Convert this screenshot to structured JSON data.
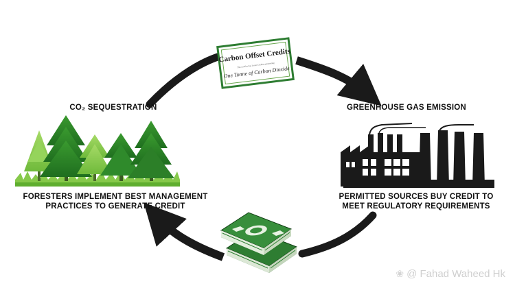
{
  "diagram": {
    "stages": {
      "top": {
        "certificate_title": "Carbon Offset Credits",
        "certificate_fine_print": "This certifies that Lorem Credits representing",
        "certificate_subtitle": "One Tonne of Carbon Dioxide"
      },
      "left": {
        "title": "CO₂ SEQUESTRATION",
        "caption_line1": "FORESTERS IMPLEMENT BEST MANAGEMENT",
        "caption_line2": "PRACTICES TO GENERATE CREDIT"
      },
      "right": {
        "title": "GREENHOUSE GAS EMISSION",
        "caption_line1": "PERMITTED SOURCES BUY CREDIT TO",
        "caption_line2": "MEET REGULATORY REQUIREMENTS"
      },
      "bottom": {
        "icon": "money-stack-icon"
      }
    },
    "cycle_direction": "clockwise",
    "colors": {
      "cycle_arrow": "#1a1a1a",
      "tree_dark": "#2f8a2b",
      "tree_light": "#8ccd4f",
      "factory": "#1a1a1a",
      "money": "#2e7d32"
    }
  },
  "watermark": {
    "text": "@ Fahad Waheed Hk"
  }
}
